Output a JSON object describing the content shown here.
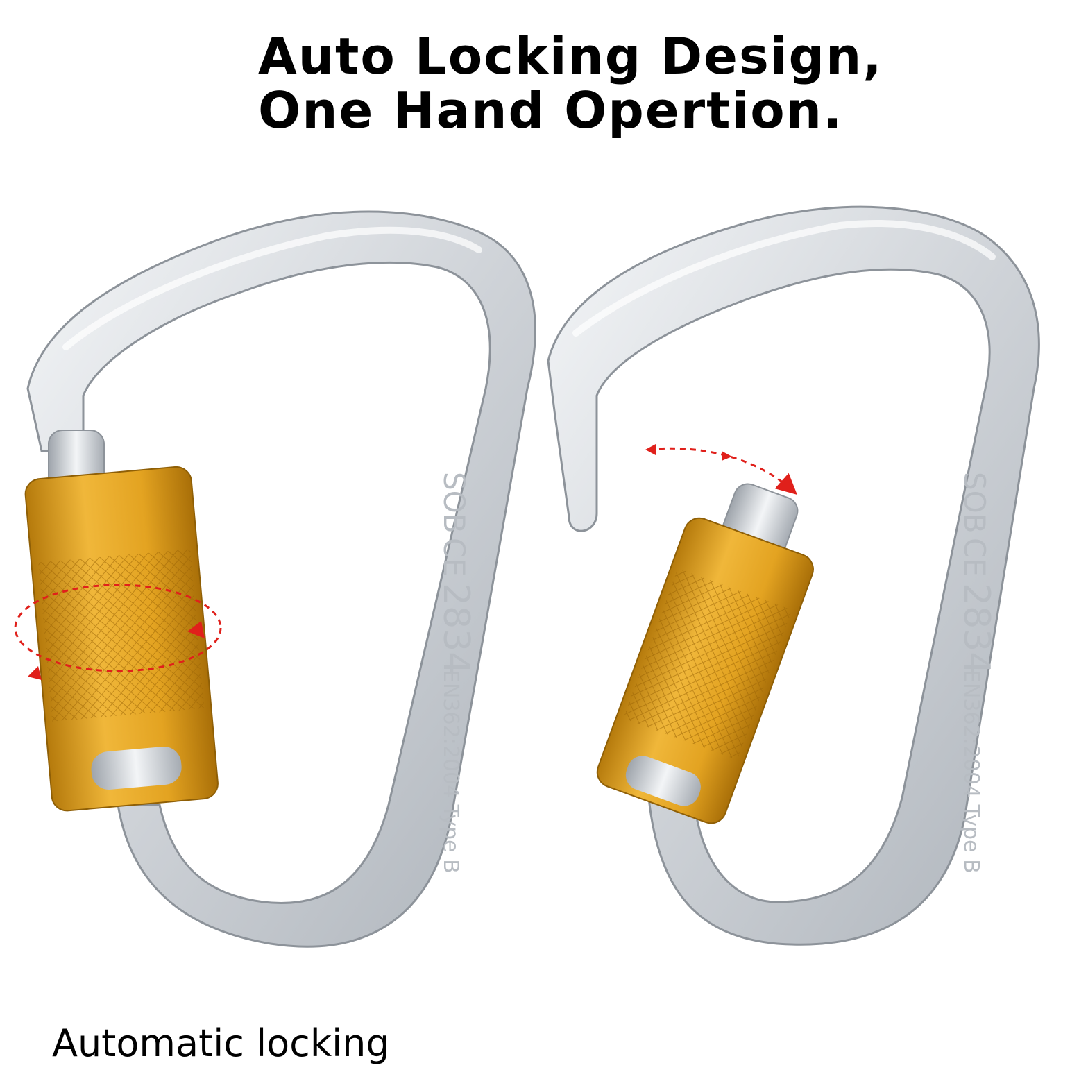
{
  "headline": {
    "line1": "Auto Locking Design,",
    "line2": "One Hand Opertion."
  },
  "caption": "Automatic locking",
  "engraving": {
    "brand": "SOB",
    "cert": "CE",
    "number": "2834",
    "standard": "EN362:2004 Type B"
  },
  "colors": {
    "metal_light": "#eef0f3",
    "metal_mid": "#c9cdd3",
    "metal_dark": "#9aa0a8",
    "gate_gold": "#e3a321",
    "gate_gold_dark": "#b57a0c",
    "arrow_red": "#e0201b"
  },
  "icons": [
    "rotate-arrow-icon",
    "swing-arrow-icon"
  ]
}
